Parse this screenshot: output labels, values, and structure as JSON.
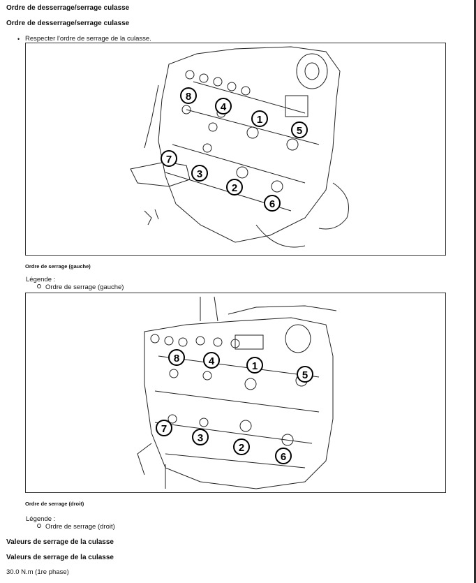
{
  "section": {
    "title": "Ordre de desserrage/serrage culasse",
    "subtitle": "Ordre de desserrage/serrage culasse",
    "bullet_marker": "•",
    "bullet_text": "Respecter l'ordre de serrage de la culasse."
  },
  "figures": [
    {
      "caption": "Ordre de serrage (gauche)",
      "legend_title": "Légende :",
      "legend_item": "Ordre de serrage (gauche)",
      "markers": [
        "1",
        "2",
        "3",
        "4",
        "5",
        "6",
        "7",
        "8"
      ]
    },
    {
      "caption": "Ordre de serrage (droit)",
      "legend_title": "Légende :",
      "legend_item": "Ordre de serrage (droit)",
      "markers": [
        "1",
        "2",
        "3",
        "4",
        "5",
        "6",
        "7",
        "8"
      ]
    }
  ],
  "torque": {
    "title": "Valeurs de serrage de la culasse",
    "subtitle": "Valeurs de serrage de la culasse",
    "value": "30.0 N.m (1re phase)"
  }
}
